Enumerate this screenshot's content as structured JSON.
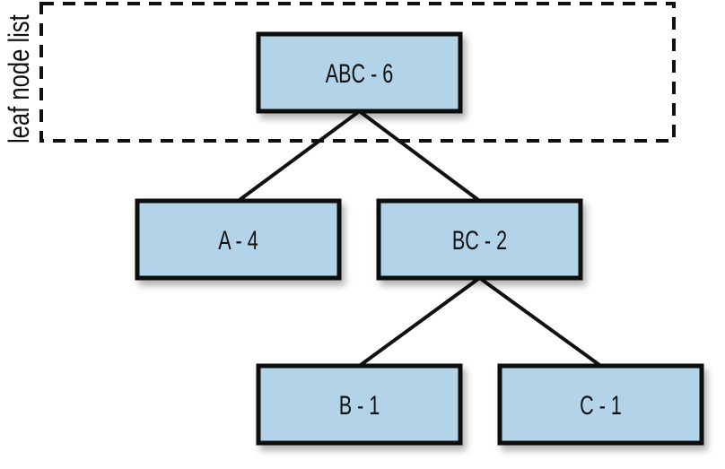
{
  "diagram": {
    "group_label": "leaf node list",
    "node_fill": "#b3d3e8",
    "nodes": [
      {
        "id": "abc",
        "label": "ABC - 6"
      },
      {
        "id": "a",
        "label": "A - 4"
      },
      {
        "id": "bc",
        "label": "BC - 2"
      },
      {
        "id": "b",
        "label": "B - 1"
      },
      {
        "id": "c",
        "label": "C - 1"
      }
    ],
    "edges": [
      {
        "from": "abc",
        "to": "a"
      },
      {
        "from": "abc",
        "to": "bc"
      },
      {
        "from": "bc",
        "to": "b"
      },
      {
        "from": "bc",
        "to": "c"
      }
    ]
  }
}
